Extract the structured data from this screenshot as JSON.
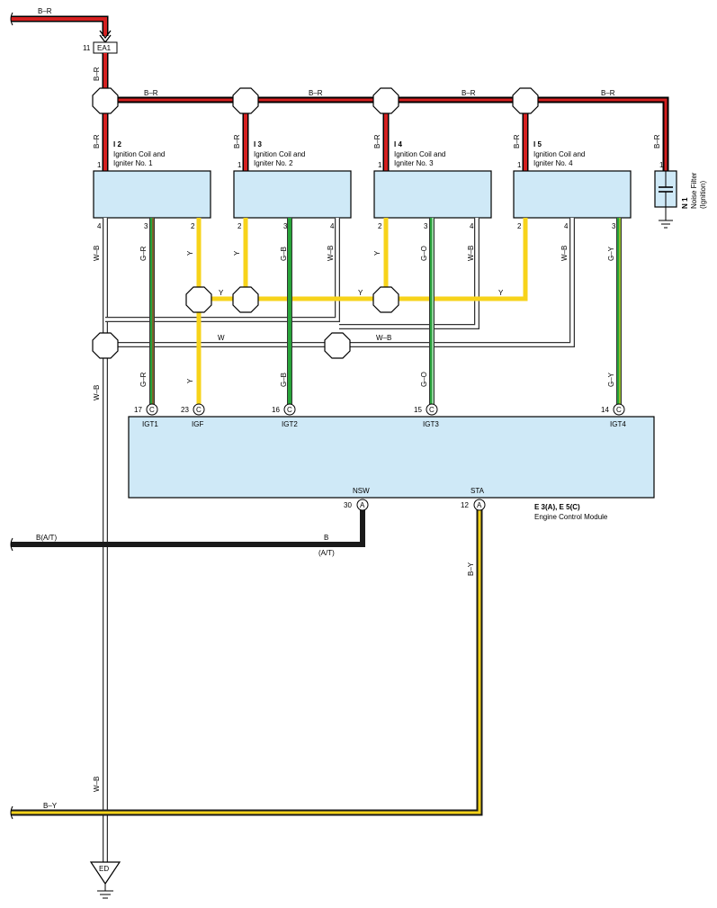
{
  "colors": {
    "component_fill": "#cfe9f7",
    "wire_red": "#d42020",
    "wire_yellow": "#f7d31a",
    "wire_green": "#27a33a",
    "wire_black": "#1a1a1a",
    "wire_white_outline": "#333333"
  },
  "power_in": {
    "wire": "B–R",
    "pin": "11",
    "connector": "EA1"
  },
  "bus": {
    "wire_label": "B–R"
  },
  "coils": [
    {
      "id": "I 2",
      "name": "Ignition Coil and",
      "name2": "Igniter No. 1",
      "pin_top": "1",
      "p4": "4",
      "p3": "3",
      "p2": "2",
      "w4": "W–B",
      "w3": "G–R",
      "w2": "Y"
    },
    {
      "id": "I 3",
      "name": "Ignition Coil and",
      "name2": "Igniter No. 2",
      "pin_top": "1",
      "p2": "2",
      "p3": "3",
      "p4": "4",
      "w2": "Y",
      "w3": "G–B",
      "w4": "W–B"
    },
    {
      "id": "I 4",
      "name": "Ignition Coil and",
      "name2": "Igniter No. 3",
      "pin_top": "1",
      "p2": "2",
      "p3": "3",
      "p4": "4",
      "w2": "Y",
      "w3": "G–O",
      "w4": "W–B"
    },
    {
      "id": "I 5",
      "name": "Ignition Coil and",
      "name2": "Igniter No. 4",
      "pin_top": "1",
      "p2": "2",
      "p4": "4",
      "p3": "3",
      "w2": "Y",
      "w4": "W–B",
      "w3": "G–Y"
    }
  ],
  "noise_filter": {
    "id": "N 1",
    "name": "Noise Filter",
    "sub": "(Ignition)",
    "pin": "1",
    "wire": "B–R"
  },
  "mid_labels": {
    "y1": "Y",
    "y2": "Y",
    "y3": "Y",
    "w": "W",
    "wb": "W–B"
  },
  "ecm": {
    "title": "E 3(A), E 5(C)",
    "name": "Engine Control Module",
    "top_pins": [
      {
        "num": "17",
        "conn": "C",
        "name": "IGT1",
        "wire": "G–R"
      },
      {
        "num": "23",
        "conn": "C",
        "name": "IGF",
        "wire": "Y"
      },
      {
        "num": "16",
        "conn": "C",
        "name": "IGT2",
        "wire": "G–B"
      },
      {
        "num": "15",
        "conn": "C",
        "name": "IGT3",
        "wire": "G–O"
      },
      {
        "num": "14",
        "conn": "C",
        "name": "IGT4",
        "wire": "G–Y"
      }
    ],
    "bottom_pins": [
      {
        "num": "30",
        "conn": "A",
        "name": "NSW"
      },
      {
        "num": "12",
        "conn": "A",
        "name": "STA"
      }
    ]
  },
  "nsw_wire": {
    "left": "B(A/T)",
    "right": "B",
    "note": "(A/T)"
  },
  "sta_wire": {
    "vertical": "B–Y",
    "left": "B–Y"
  },
  "ground": {
    "wire_top": "W–B",
    "wire_bottom": "W–B",
    "label": "ED"
  }
}
